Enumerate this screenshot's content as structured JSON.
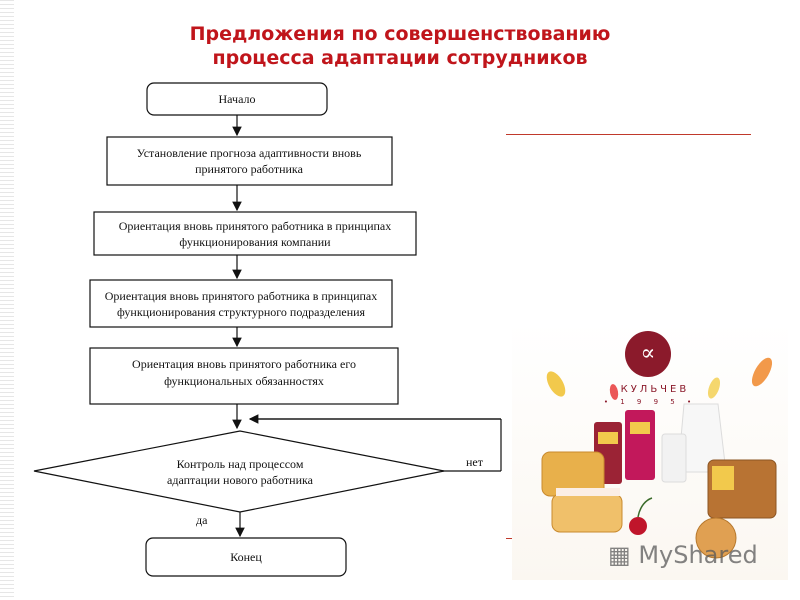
{
  "slide": {
    "title_line1": "Предложения по совершенствованию",
    "title_line2": "процесса адаптации сотрудников",
    "title_color": "#c0151b"
  },
  "flowchart": {
    "start": "Начало",
    "step1_line1": "Установление прогноза адаптивности вновь",
    "step1_line2": "принятого работника",
    "step2_line1": "Ориентация вновь принятого работника в принципах",
    "step2_line2": "функционирования компании",
    "step3_line1": "Ориентация вновь принятого работника в принципах",
    "step3_line2": "функционирования структурного подразделения",
    "step4_line1": "Ориентация вновь принятого работника его",
    "step4_line2": "функциональных обязанностях",
    "decision_line1": "Контроль над процессом",
    "decision_line2": "адаптации нового работника",
    "no_label": "нет",
    "yes_label": "да",
    "end": "Конец"
  },
  "photo": {
    "logo_glyph": "∝",
    "brand": "АКУЛЬЧЕВ",
    "year": "• 1 9 9 5 •"
  },
  "watermark": {
    "text": "MyShared",
    "icon": "presentation-board-icon"
  }
}
